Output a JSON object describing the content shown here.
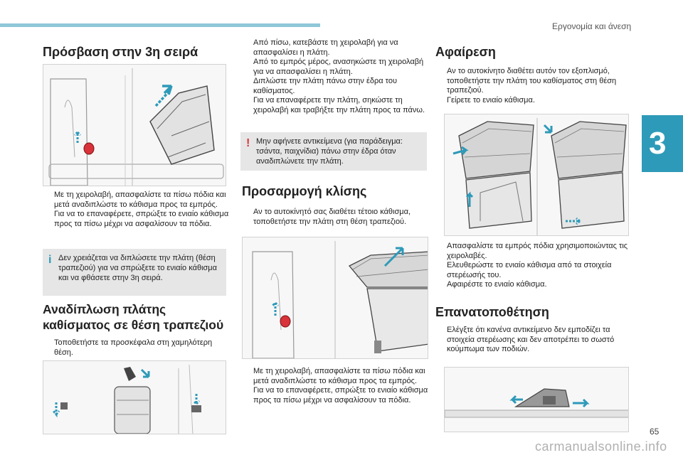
{
  "header": {
    "section_title": "Εργονομία και άνεση",
    "chapter_number": "3",
    "page_number": "65"
  },
  "watermark": "carmanualsonline.info",
  "col1": {
    "title": "Πρόσβαση στην 3η σειρά",
    "steps": [
      "Με τη χειρολαβή, απασφαλίστε τα πίσω πόδια και μετά αναδιπλώστε το κάθισμα προς τα εμπρός.",
      "Για να το επαναφέρετε, σπρώξτε το ενιαίο κάθισμα προς τα πίσω μέχρι να ασφαλίσουν τα πόδια."
    ],
    "info_note": "Δεν χρειάζεται να διπλώσετε την πλάτη (θέση τραπεζιού) για να σπρώξετε το ενιαίο κάθισμα και να φθάσετε στην 3η σειρά.",
    "section2_title": "Αναδίπλωση πλάτης καθίσματος σε θέση τραπεζιού",
    "section2_steps": [
      "Τοποθετήστε τα προσκέφαλα στη χαμηλότερη θέση."
    ]
  },
  "col2": {
    "steps": [
      "Από πίσω, κατεβάστε τη χειρολαβή για να απασφαλίσει η πλάτη.",
      "Από το εμπρός μέρος, ανασηκώστε τη χειρολαβή για να απασφαλίσει η πλάτη.",
      "Διπλώστε την πλάτη πάνω στην έδρα του καθίσματος.",
      "Για να επαναφέρετε την πλάτη, σηκώστε τη χειρολαβή και τραβήξτε την πλάτη προς τα πάνω."
    ],
    "warning_note": "Μην αφήνετε αντικείμενα (για παράδειγμα: τσάντα, παιχνίδια) πάνω στην έδρα όταν αναδιπλώνετε την πλάτη.",
    "section_title": "Προσαρμογή κλίσης",
    "section_steps": [
      "Αν το αυτοκίνητό σας διαθέτει τέτοιο κάθισμα, τοποθετήστε την πλάτη στη θέση τραπεζιού."
    ],
    "bottom_steps": [
      "Με τη χειρολαβή, απασφαλίστε τα πίσω πόδια και μετά αναδιπλώστε το κάθισμα προς τα εμπρός.",
      "Για να το επαναφέρετε, σπρώξτε το ενιαίο κάθισμα προς τα πίσω μέχρι να ασφαλίσουν τα πόδια."
    ]
  },
  "col3": {
    "title": "Αφαίρεση",
    "steps": [
      "Αν το αυτοκίνητο διαθέτει αυτόν τον εξοπλισμό, τοποθετήστε την πλάτη του καθίσματος στη θέση τραπεζιού.",
      "Γείρετε το ενιαίο κάθισμα."
    ],
    "mid_steps": [
      "Απασφαλίστε τα εμπρός πόδια χρησιμοποιώντας τις χειρολαβές.",
      "Ελευθερώστε το ενιαίο κάθισμα από τα στοιχεία στερέωσής του.",
      "Αφαιρέστε το ενιαίο κάθισμα."
    ],
    "section_title": "Επανατοποθέτηση",
    "section_steps": [
      "Ελέγξτε ότι κανένα αντικείμενο δεν εμποδίζει τα στοιχεία στερέωσης και δεν αποτρέπει το σωστό κούμπωμα των ποδιών."
    ]
  },
  "bullet_glyph": "",
  "colors": {
    "accent": "#2e9ab9",
    "warning": "#d8323a",
    "arrow": "#2e9ab9",
    "handle": "#d8323a"
  }
}
